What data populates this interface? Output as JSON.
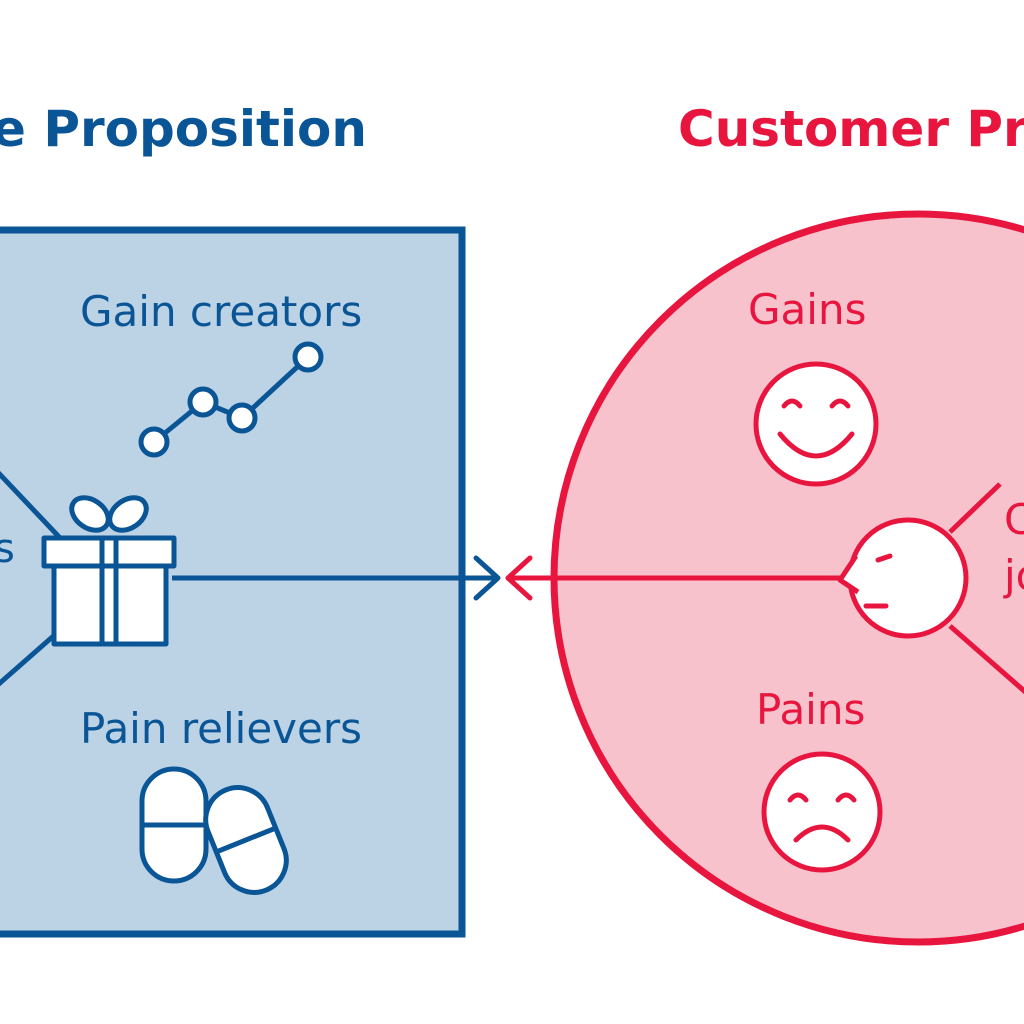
{
  "value_proposition": {
    "title": "e Proposition",
    "gain_creators_label": "Gain creators",
    "pain_relievers_label": "Pain relievers",
    "products_label_fragment": "s",
    "color": "#0a5596",
    "fill": "#bcd3e6",
    "icons": [
      "gift-icon",
      "line-chart-icon",
      "pills-icon"
    ]
  },
  "customer_profile": {
    "title": "Customer Pr",
    "gains_label": "Gains",
    "pains_label": "Pains",
    "jobs_label_line1": "C",
    "jobs_label_line2": "jo",
    "color": "#e8163f",
    "fill": "#f8c2cd",
    "icons": [
      "smiley-face-icon",
      "sad-face-icon",
      "customer-head-icon"
    ]
  },
  "connector": {
    "icons": [
      "arrow-right-icon",
      "arrow-left-icon"
    ]
  }
}
